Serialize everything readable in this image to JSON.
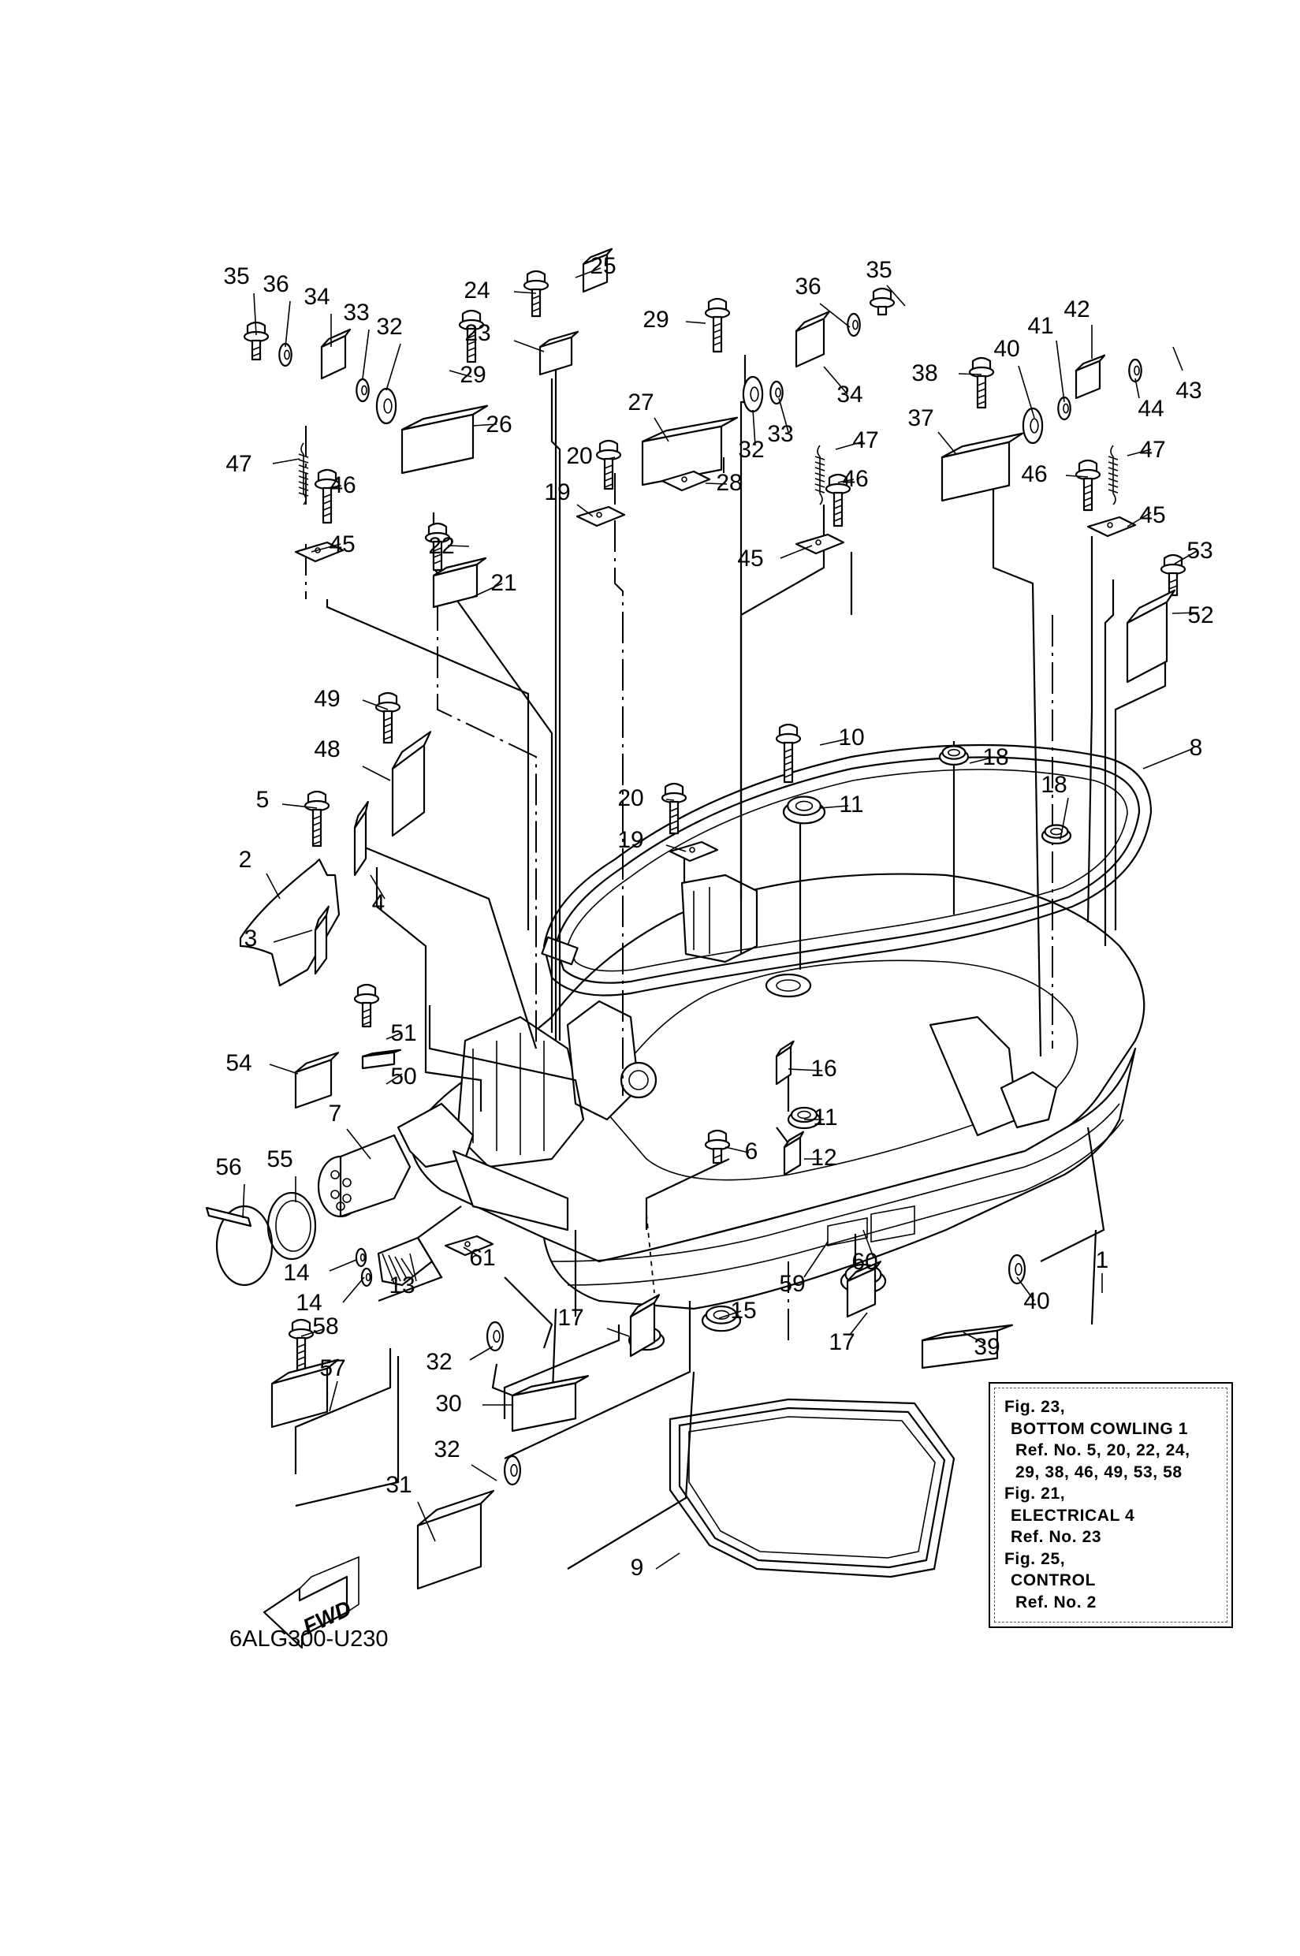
{
  "figure": {
    "code": "6ALG300-U230",
    "forward_indicator": "FWD",
    "title_block": {
      "lines": [
        {
          "text": "Fig. 23,",
          "indent": 0
        },
        {
          "text": "BOTTOM COWLING 1",
          "indent": 1
        },
        {
          "text": "Ref. No. 5, 20, 22, 24,",
          "indent": 2
        },
        {
          "text": "29, 38, 46, 49, 53, 58",
          "indent": 2
        },
        {
          "text": "Fig. 21,",
          "indent": 0
        },
        {
          "text": "ELECTRICAL 4",
          "indent": 1
        },
        {
          "text": "Ref. No. 23",
          "indent": 1
        },
        {
          "text": "Fig. 25,",
          "indent": 0
        },
        {
          "text": "CONTROL",
          "indent": 1
        },
        {
          "text": "Ref. No. 2",
          "indent": 2
        }
      ]
    }
  },
  "callouts": [
    {
      "id": "c35a",
      "label": "35"
    },
    {
      "id": "c36a",
      "label": "36"
    },
    {
      "id": "c34a",
      "label": "34"
    },
    {
      "id": "c33a",
      "label": "33"
    },
    {
      "id": "c32a",
      "label": "32"
    },
    {
      "id": "c29a",
      "label": "29"
    },
    {
      "id": "c26",
      "label": "26"
    },
    {
      "id": "c24",
      "label": "24"
    },
    {
      "id": "c25",
      "label": "25"
    },
    {
      "id": "c23",
      "label": "23"
    },
    {
      "id": "c29b",
      "label": "29"
    },
    {
      "id": "c27",
      "label": "27"
    },
    {
      "id": "c32b",
      "label": "32"
    },
    {
      "id": "c33b",
      "label": "33"
    },
    {
      "id": "c36b",
      "label": "36"
    },
    {
      "id": "c35b",
      "label": "35"
    },
    {
      "id": "c34b",
      "label": "34"
    },
    {
      "id": "c47a",
      "label": "47"
    },
    {
      "id": "c47b",
      "label": "47"
    },
    {
      "id": "c47c",
      "label": "47"
    },
    {
      "id": "c46a",
      "label": "46"
    },
    {
      "id": "c46b",
      "label": "46"
    },
    {
      "id": "c46c",
      "label": "46"
    },
    {
      "id": "c45a",
      "label": "45"
    },
    {
      "id": "c45b",
      "label": "45"
    },
    {
      "id": "c45c",
      "label": "45"
    },
    {
      "id": "c20a",
      "label": "20"
    },
    {
      "id": "c19a",
      "label": "19"
    },
    {
      "id": "c28",
      "label": "28"
    },
    {
      "id": "c22",
      "label": "22"
    },
    {
      "id": "c21",
      "label": "21"
    },
    {
      "id": "c38",
      "label": "38"
    },
    {
      "id": "c40a",
      "label": "40"
    },
    {
      "id": "c41",
      "label": "41"
    },
    {
      "id": "c42",
      "label": "42"
    },
    {
      "id": "c44",
      "label": "44"
    },
    {
      "id": "c43",
      "label": "43"
    },
    {
      "id": "c37",
      "label": "37"
    },
    {
      "id": "c53",
      "label": "53"
    },
    {
      "id": "c52",
      "label": "52"
    },
    {
      "id": "c8",
      "label": "8"
    },
    {
      "id": "c49",
      "label": "49"
    },
    {
      "id": "c48",
      "label": "48"
    },
    {
      "id": "c5",
      "label": "5"
    },
    {
      "id": "c4",
      "label": "4"
    },
    {
      "id": "c2",
      "label": "2"
    },
    {
      "id": "c3",
      "label": "3"
    },
    {
      "id": "c10",
      "label": "10"
    },
    {
      "id": "c11a",
      "label": "11"
    },
    {
      "id": "c18a",
      "label": "18"
    },
    {
      "id": "c18b",
      "label": "18"
    },
    {
      "id": "c20b",
      "label": "20"
    },
    {
      "id": "c19b",
      "label": "19"
    },
    {
      "id": "c51",
      "label": "51"
    },
    {
      "id": "c50",
      "label": "50"
    },
    {
      "id": "c54",
      "label": "54"
    },
    {
      "id": "c16",
      "label": "16"
    },
    {
      "id": "c7",
      "label": "7"
    },
    {
      "id": "c56",
      "label": "56"
    },
    {
      "id": "c55",
      "label": "55"
    },
    {
      "id": "c11b",
      "label": "11"
    },
    {
      "id": "c6",
      "label": "6"
    },
    {
      "id": "c12",
      "label": "12"
    },
    {
      "id": "c14a",
      "label": "14"
    },
    {
      "id": "c14b",
      "label": "14"
    },
    {
      "id": "c13",
      "label": "13"
    },
    {
      "id": "c61",
      "label": "61"
    },
    {
      "id": "c60",
      "label": "60"
    },
    {
      "id": "c59",
      "label": "59"
    },
    {
      "id": "c40b",
      "label": "40"
    },
    {
      "id": "c1",
      "label": "1"
    },
    {
      "id": "c15",
      "label": "15"
    },
    {
      "id": "c17a",
      "label": "17"
    },
    {
      "id": "c17b",
      "label": "17"
    },
    {
      "id": "c39",
      "label": "39"
    },
    {
      "id": "c58",
      "label": "58"
    },
    {
      "id": "c57",
      "label": "57"
    },
    {
      "id": "c32c",
      "label": "32"
    },
    {
      "id": "c30",
      "label": "30"
    },
    {
      "id": "c32d",
      "label": "32"
    },
    {
      "id": "c31",
      "label": "31"
    },
    {
      "id": "c9",
      "label": "9"
    }
  ]
}
